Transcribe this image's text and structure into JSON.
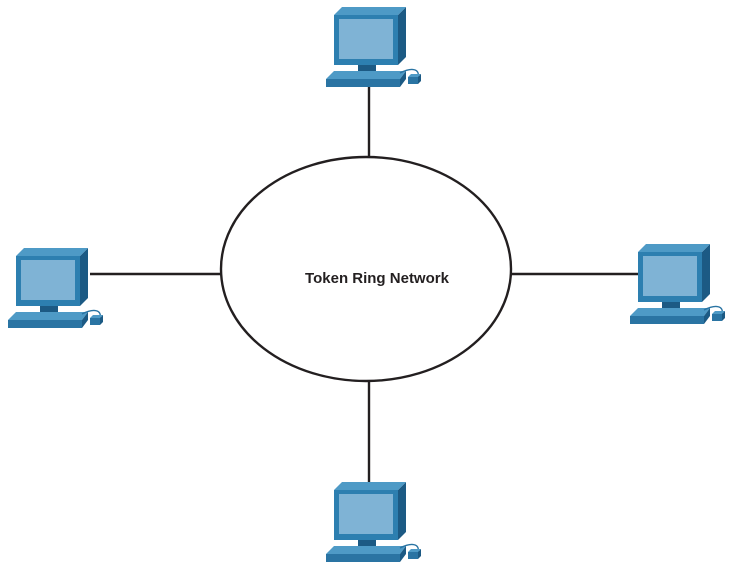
{
  "diagram": {
    "ring_label": "Token Ring Network",
    "node_icon": "desktop-computer-icon",
    "colors": {
      "ring_stroke": "#231f20",
      "ring_fill": "#ffffff",
      "link": "#231f20",
      "screen": "#7fb3d5",
      "body_light": "#3d8ab8",
      "body_mid": "#2a74a3",
      "body_dark": "#1c5a84"
    },
    "nodes": [
      "top",
      "left",
      "right",
      "bottom"
    ]
  }
}
